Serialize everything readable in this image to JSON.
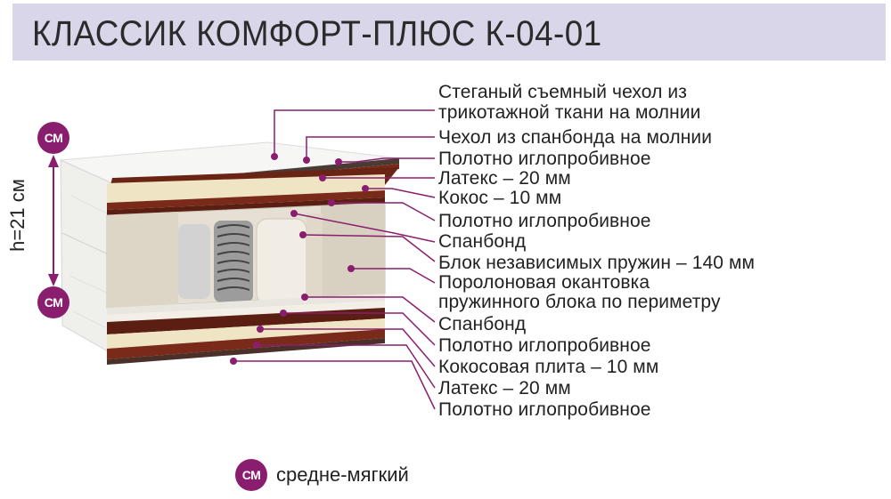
{
  "title": "КЛАССИК КОМФОРТ-ПЛЮС К-04-01",
  "height_label": "h=21 см",
  "badge_text": "СМ",
  "legend_text": "средне-мягкий",
  "labels": [
    "Стеганый съемный чехол из",
    "трикотажной ткани на молнии",
    "Чехол из спанбонда на молнии",
    "Полотно иглопробивное",
    "Латекс – 20 мм",
    "Кокос – 10 мм",
    "Полотно иглопробивное",
    "Спанбонд",
    "Блок независимых пружин – 140 мм",
    "Поролоновая окантовка",
    "пружинного блока по периметру",
    "Спанбонд",
    "Полотно иглопробивное",
    "Кокосовая плита – 10 мм",
    "Латекс – 20 мм",
    "Полотно иглопробивное"
  ],
  "colors": {
    "accent": "#8a1e6e",
    "title_bg": "#d9d6ea",
    "latex": "#efe4c3",
    "coconut": "#7a2a18",
    "foam": "#e6e0d4"
  }
}
